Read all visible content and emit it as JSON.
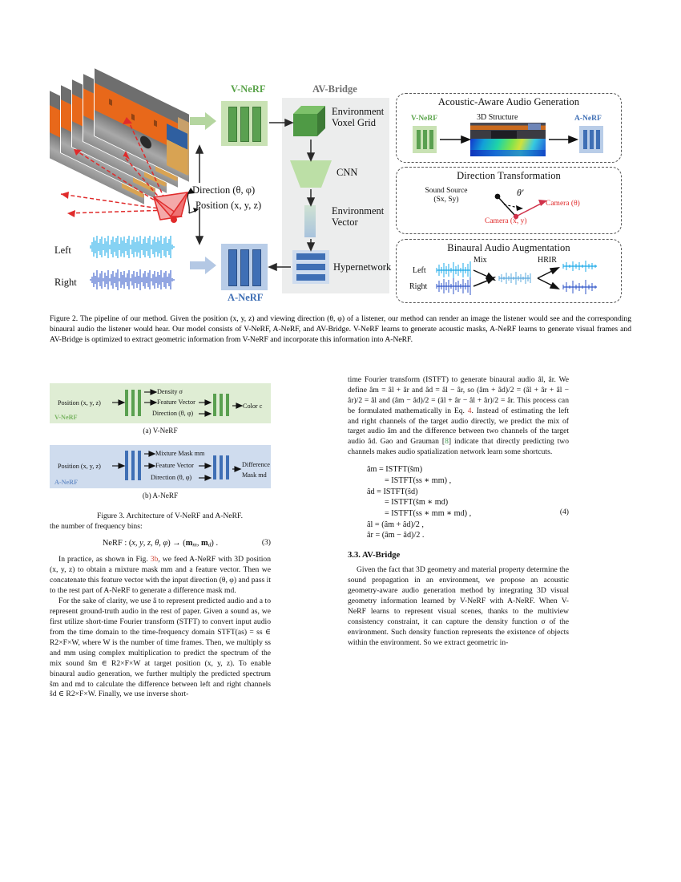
{
  "figure2": {
    "title_vnerf": "V-NeRF",
    "title_avbridge": "AV-Bridge",
    "title_anerf": "A-NeRF",
    "label_direction": "Direction (θ, φ)",
    "label_position": "Position (x, y, z)",
    "label_left": "Left",
    "label_right": "Right",
    "label_env_voxel_line1": "Environment",
    "label_env_voxel_line2": "Voxel Grid",
    "label_cnn": "CNN",
    "label_env_vec_line1": "Environment",
    "label_env_vec_line2": "Vector",
    "label_hypernetwork": "Hypernetwork",
    "panels": [
      {
        "title": "Acoustic-Aware Audio Generation",
        "left_tag": "V-NeRF",
        "mid_label": "3D Structure",
        "right_tag": "A-NeRF"
      },
      {
        "title": "Direction Transformation",
        "sound_source_line1": "Sound Source",
        "sound_source_line2": "(Sx, Sy)",
        "theta_prime": "θ′",
        "camera_theta": "Camera (θ)",
        "camera_xy": "Camera (x, y)"
      },
      {
        "title": "Binaural Audio Augmentation",
        "left": "Left",
        "right": "Right",
        "mix": "Mix",
        "hrir": "HRIR"
      }
    ],
    "caption": "Figure 2. The pipeline of our method. Given the position (x, y, z) and viewing direction (θ, φ) of a listener, our method can render an image the listener would see and the corresponding binaural audio the listener would hear. Our model consists of V-NeRF, A-NeRF, and AV-Bridge. V-NeRF learns to generate acoustic masks, A-NeRF learns to generate visual frames and AV-Bridge is optimized to extract geometric information from V-NeRF and incorporate this information into A-NeRF."
  },
  "figure3": {
    "a": {
      "tag": "V-NeRF",
      "input_position": "Position (x, y, z)",
      "out_density": "Density σ",
      "out_feature": "Feature Vector",
      "in_direction": "Direction (θ, φ)",
      "out_color": "Color c",
      "subcaption": "(a) V-NeRF"
    },
    "b": {
      "tag": "A-NeRF",
      "input_position": "Position (x, y, z)",
      "out_mixture": "Mixture Mask mm",
      "out_feature": "Feature Vector",
      "in_direction": "Direction (θ, φ)",
      "out_difference_l1": "Difference",
      "out_difference_l2": "Mask md",
      "subcaption": "(b) A-NeRF"
    },
    "caption": "Figure 3. Architecture of V-NeRF and A-NeRF."
  },
  "left_column": {
    "p0": "the number of frequency bins:",
    "eq3": "NeRF : (x, y, z, θ, φ) → (mm, md) .",
    "eq3_num": "(3)",
    "p1_a": "In practice, as shown in Fig. ",
    "p1_ref": "3b",
    "p1_b": ", we feed A-NeRF with 3D position (x, y, z) to obtain a mixture mask mm and a feature vector. Then we concatenate this feature vector with the input direction (θ, φ) and pass it to the rest part of A-NeRF to generate a difference mask md.",
    "p2": "For the sake of clarity, we use â to represent predicted audio and a to represent ground-truth audio in the rest of paper. Given a sound as, we first utilize short-time Fourier transform (STFT) to convert input audio from the time domain to the time-frequency domain STFT(as) = ss ∈ R2×F×W, where W is the number of time frames. Then, we multiply ss and mm using complex multiplication to predict the spectrum of the mix sound ŝm ∈ R2×F×W at target position (x, y, z). To enable binaural audio generation, we further multiply the predicted spectrum ŝm and md to calculate the difference between left and right channels ŝd ∈ R2×F×W. Finally, we use inverse short-"
  },
  "right_column": {
    "p0_a": "time Fourier transform (ISTFT) to generate binaural audio âl, âr. We define âm = âl + âr and âd = âl − âr, so (âm + âd)/2 = (âl + âr + âl − âr)/2 = âl and (âm − âd)/2 = (âl + âr − âl + âr)/2 = âr. This process can be formulated mathematically in Eq. ",
    "p0_ref": "4",
    "p0_b": ". Instead of estimating the left and right channels of the target audio directly, we predict the mix of target audio âm and the difference between two channels of the target audio âd. Gao and Grauman [",
    "p0_ref2": "8",
    "p0_c": "] indicate that directly predicting two channels makes audio spatialization network learn some shortcuts.",
    "eq4_lines": [
      "âm = ISTFT(ŝm)",
      "= ISTFT(ss ∗ mm) ,",
      "âd = ISTFT(ŝd)",
      "= ISTFT(ŝm ∗ md)",
      "= ISTFT(ss ∗ mm ∗ md) ,",
      "âl = (âm + âd)/2 ,",
      "âr = (âm − âd)/2 ."
    ],
    "eq4_num": "(4)",
    "section_heading": "3.3. AV-Bridge",
    "p1": "Given the fact that 3D geometry and material property determine the sound propagation in an environment, we propose an acoustic geometry-aware audio generation method by integrating 3D visual geometry information learned by V-NeRF with A-NeRF. When V-NeRF learns to represent visual scenes, thanks to the multiview consistency constraint, it can capture the density function σ of the environment. Such density function represents the existence of objects within the environment. So we extract geometric in-"
  },
  "colors": {
    "green_dark": "#5aa050",
    "green_light": "#c9e2b4",
    "blue_dark": "#3f6fb5",
    "blue_light": "#b9cde8",
    "panel_gray": "#eceded",
    "ray_red": "#e02b2b",
    "wave_cyan": "#18a8e8",
    "wave_blue": "#2f55c8"
  }
}
